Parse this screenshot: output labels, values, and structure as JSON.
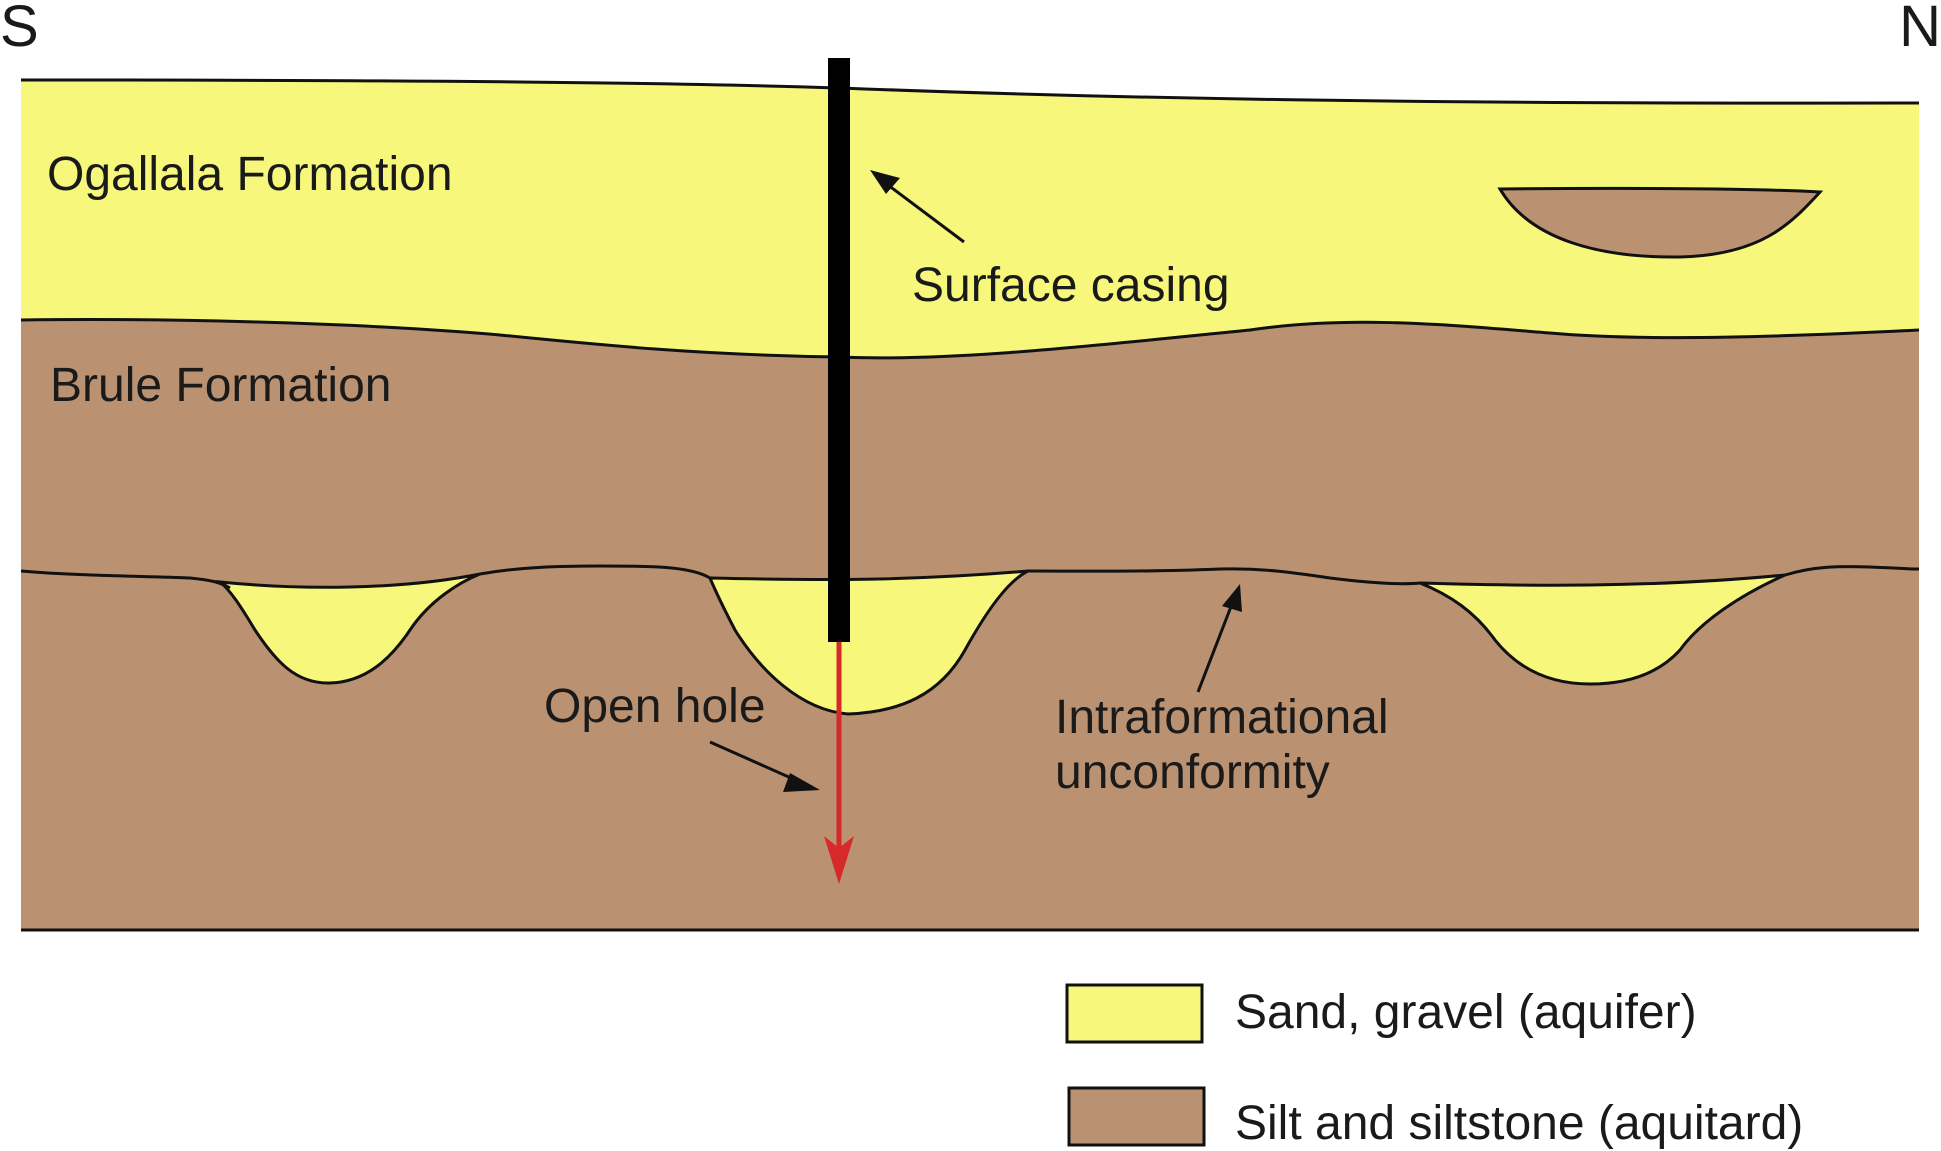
{
  "compass": {
    "left": "S",
    "right": "N"
  },
  "formations": {
    "upper": "Ogallala Formation",
    "lower": "Brule Formation"
  },
  "annotations": {
    "surface_casing": "Surface casing",
    "open_hole": "Open hole",
    "unconformity_line1": "Intraformational",
    "unconformity_line2": "unconformity"
  },
  "legend": {
    "items": [
      {
        "label": "Sand, gravel (aquifer)",
        "color": "#f7f77c"
      },
      {
        "label": "Silt and siltstone (aquitard)",
        "color": "#ba9272"
      }
    ]
  },
  "colors": {
    "sand_gravel": "#f7f77c",
    "silt": "#ba9272",
    "casing": "#000000",
    "open_hole": "#d7282a"
  }
}
